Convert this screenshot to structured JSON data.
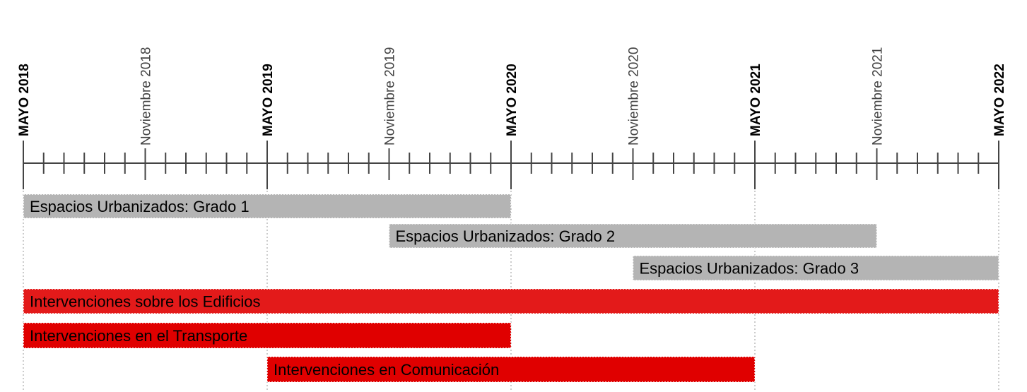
{
  "chart_data": {
    "type": "gantt",
    "title": "",
    "axis": {
      "start": "2018-05",
      "end": "2022-05",
      "minor_tick": "month",
      "major_labels": [
        {
          "date": "2018-05",
          "label": "MAYO 2018"
        },
        {
          "date": "2019-05",
          "label": "MAYO 2019"
        },
        {
          "date": "2020-05",
          "label": "MAYO 2020"
        },
        {
          "date": "2021-05",
          "label": "MAYO 2021"
        },
        {
          "date": "2022-05",
          "label": "MAYO 2022"
        }
      ],
      "minor_labels": [
        {
          "date": "2018-11",
          "label": "Noviembre 2018"
        },
        {
          "date": "2019-11",
          "label": "Noviembre 2019"
        },
        {
          "date": "2020-11",
          "label": "Noviembre 2020"
        },
        {
          "date": "2021-11",
          "label": "Noviembre 2021"
        }
      ]
    },
    "tasks": [
      {
        "label": "Espacios Urbanizados: Grado 1",
        "start": "2018-05",
        "end": "2020-05",
        "color": "#b4b4b4"
      },
      {
        "label": "Espacios Urbanizados: Grado 2",
        "start": "2019-11",
        "end": "2021-11",
        "color": "#b4b4b4"
      },
      {
        "label": "Espacios Urbanizados: Grado 3",
        "start": "2020-11",
        "end": "2022-05",
        "color": "#b4b4b4"
      },
      {
        "label": "Intervenciones sobre los Edificios",
        "start": "2018-05",
        "end": "2022-05",
        "color": "#e31a1a"
      },
      {
        "label": "Intervenciones en el Transporte",
        "start": "2018-05",
        "end": "2020-05",
        "color": "#e00000"
      },
      {
        "label": "Intervenciones en Comunicación",
        "start": "2019-05",
        "end": "2021-05",
        "color": "#e00000"
      }
    ]
  }
}
